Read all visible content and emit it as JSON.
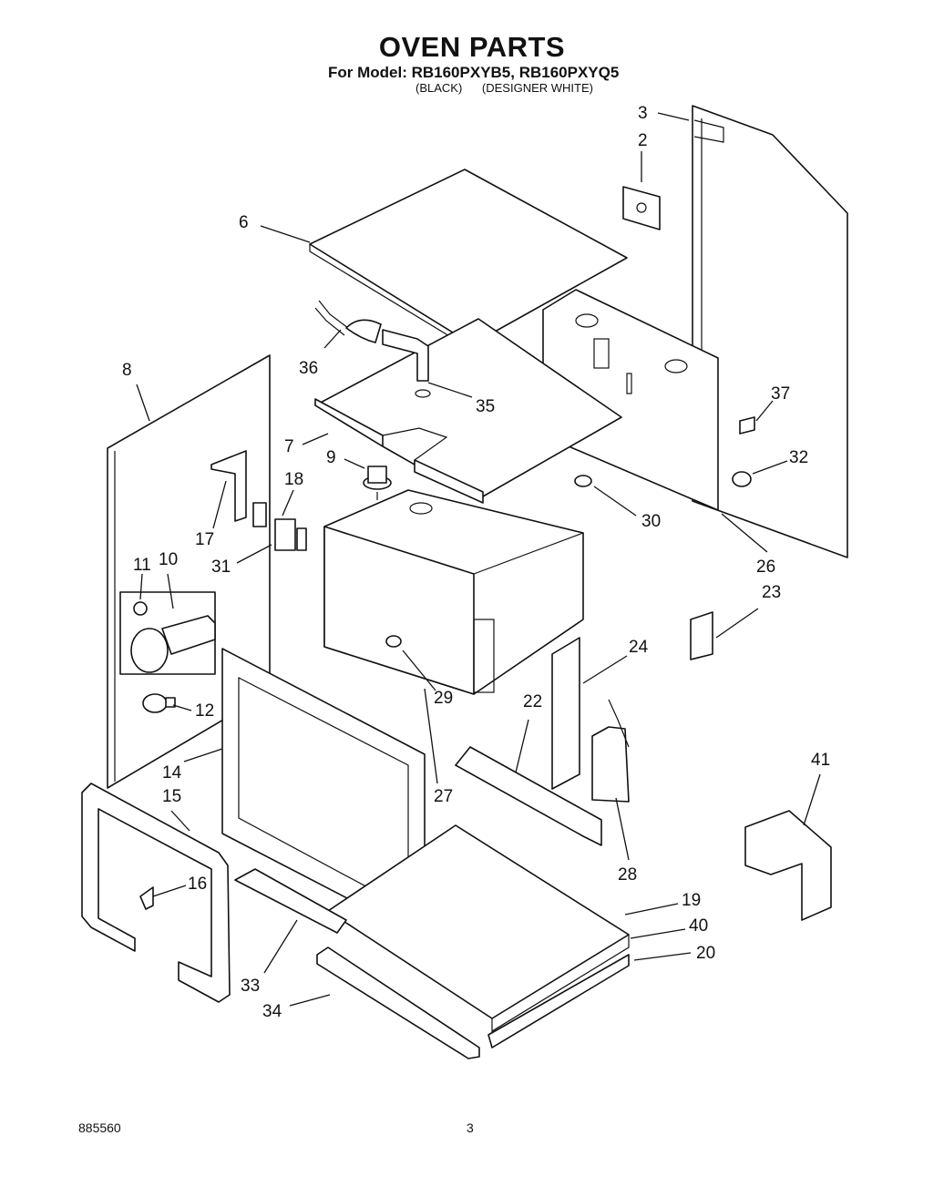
{
  "header": {
    "title": "OVEN PARTS",
    "model_line": "For Model: RB160PXYB5, RB160PXYQ5",
    "variants": [
      "(BLACK)",
      "(DESIGNER WHITE)"
    ]
  },
  "callouts": [
    {
      "id": "c3",
      "label": "3"
    },
    {
      "id": "c2",
      "label": "2"
    },
    {
      "id": "c6",
      "label": "6"
    },
    {
      "id": "c36",
      "label": "36"
    },
    {
      "id": "c35",
      "label": "35"
    },
    {
      "id": "c8",
      "label": "8"
    },
    {
      "id": "c7",
      "label": "7"
    },
    {
      "id": "c9",
      "label": "9"
    },
    {
      "id": "c37",
      "label": "37"
    },
    {
      "id": "c32",
      "label": "32"
    },
    {
      "id": "c18",
      "label": "18"
    },
    {
      "id": "c17",
      "label": "17"
    },
    {
      "id": "c31",
      "label": "31"
    },
    {
      "id": "c30",
      "label": "30"
    },
    {
      "id": "c26",
      "label": "26"
    },
    {
      "id": "c11",
      "label": "11"
    },
    {
      "id": "c10",
      "label": "10"
    },
    {
      "id": "c23",
      "label": "23"
    },
    {
      "id": "c24",
      "label": "24"
    },
    {
      "id": "c29",
      "label": "29"
    },
    {
      "id": "c12",
      "label": "12"
    },
    {
      "id": "c22",
      "label": "22"
    },
    {
      "id": "c14",
      "label": "14"
    },
    {
      "id": "c15",
      "label": "15"
    },
    {
      "id": "c27",
      "label": "27"
    },
    {
      "id": "c41",
      "label": "41"
    },
    {
      "id": "c28",
      "label": "28"
    },
    {
      "id": "c16",
      "label": "16"
    },
    {
      "id": "c19",
      "label": "19"
    },
    {
      "id": "c40",
      "label": "40"
    },
    {
      "id": "c20",
      "label": "20"
    },
    {
      "id": "c33",
      "label": "33"
    },
    {
      "id": "c34",
      "label": "34"
    }
  ],
  "footer": {
    "doc_number": "885560",
    "page_number": "3"
  }
}
